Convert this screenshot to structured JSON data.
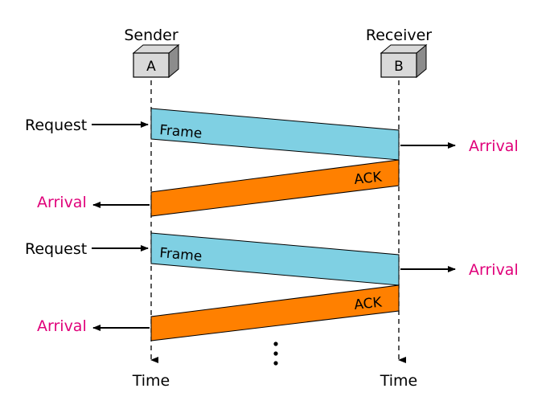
{
  "nodes": {
    "sender": {
      "title": "Sender",
      "box_label": "A"
    },
    "receiver": {
      "title": "Receiver",
      "box_label": "B"
    }
  },
  "exchanges": [
    {
      "request_label": "Request",
      "frame_label": "Frame",
      "ack_label": "ACK",
      "receiver_arrival_label": "Arrival",
      "sender_arrival_label": "Arrival"
    },
    {
      "request_label": "Request",
      "frame_label": "Frame",
      "ack_label": "ACK",
      "receiver_arrival_label": "Arrival",
      "sender_arrival_label": "Arrival"
    }
  ],
  "timelines": {
    "sender_time_label": "Time",
    "receiver_time_label": "Time"
  },
  "colors": {
    "frame_fill": "#7fd0e3",
    "ack_fill": "#ff8000",
    "arrival_text": "#e0007a",
    "box_fill": "#d9d9d9",
    "box_side": "#8c8c8c"
  }
}
